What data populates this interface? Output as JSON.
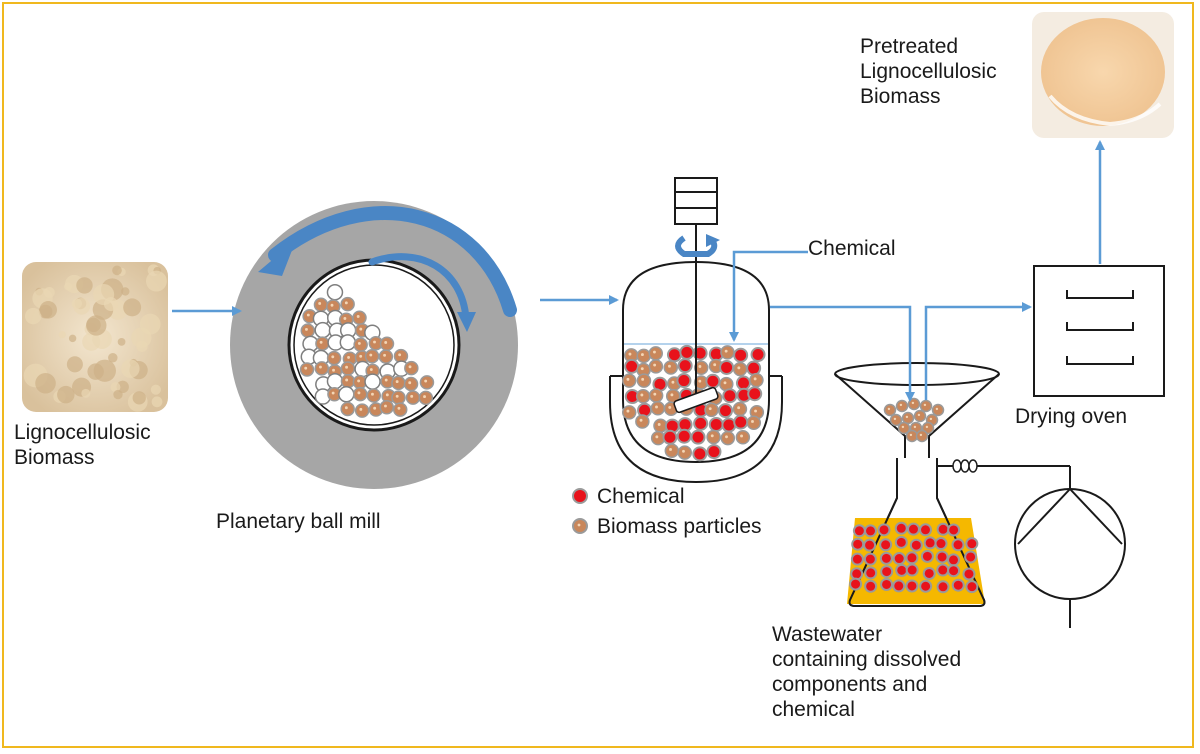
{
  "colors": {
    "frame": "#f0b81e",
    "arrow": "#5b9bd5",
    "mill_ring": "#a6a6a6",
    "chemical": "#e8121b",
    "biomass": "#c9875b",
    "wastewater": "#f5b800"
  },
  "labels": {
    "raw_biomass": [
      "Lignocellulosic",
      "Biomass"
    ],
    "ball_mill": "Planetary ball mill",
    "chemical_input": "Chemical",
    "drying_oven": "Drying oven",
    "pretreated": [
      "Pretreated",
      "Lignocellulosic",
      "Biomass"
    ],
    "wastewater": [
      "Wastewater",
      "containing dissolved",
      "components and",
      "chemical"
    ]
  },
  "legend": {
    "chemical": "Chemical",
    "biomass": "Biomass particles"
  },
  "icons": {
    "raw_sample": "raw-biomass-photo-icon",
    "pretreated_sample": "pretreated-biomass-photo-icon",
    "mill": "ball-mill-icon",
    "reactor": "stirred-reactor-icon",
    "filter": "funnel-flask-icon",
    "pump": "vacuum-pump-icon",
    "oven": "drying-oven-icon"
  }
}
